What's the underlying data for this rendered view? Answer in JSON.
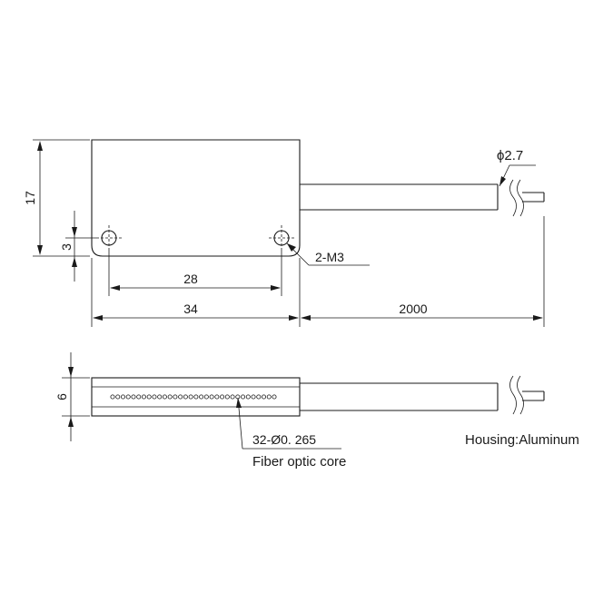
{
  "drawing": {
    "dimensions": {
      "height": "17",
      "hole_offset": "3",
      "hole_spacing": "28",
      "width": "34",
      "cable_length": "2000",
      "thickness": "6",
      "cable_diameter": "ϕ2.7"
    },
    "callouts": {
      "mount_holes": "2-M3",
      "fiber_spec": "32-Ø0. 265",
      "fiber_caption": "Fiber optic core",
      "housing": "Housing:Aluminum"
    },
    "fiber_core_count": 32,
    "colors": {
      "line": "#1a1a1a",
      "background": "#ffffff"
    }
  }
}
